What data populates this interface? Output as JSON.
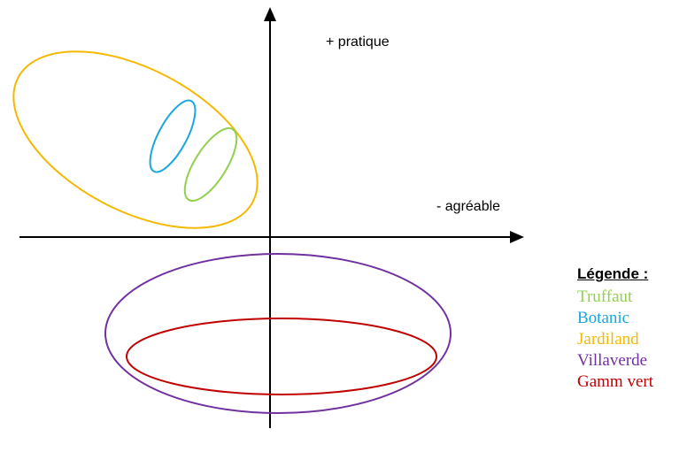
{
  "axes": {
    "y_positive_label": "+ pratique",
    "x_negative_label": "- agréable"
  },
  "legend": {
    "title": "Légende :",
    "items": [
      {
        "label": "Truffaut",
        "color": "#92d050"
      },
      {
        "label": "Botanic",
        "color": "#1aa7e0"
      },
      {
        "label": "Jardiland",
        "color": "#f5b800"
      },
      {
        "label": "Villaverde",
        "color": "#7030a0"
      },
      {
        "label": "Gamm vert",
        "color": "#c00000"
      }
    ]
  },
  "colors": {
    "truffaut": "#92d050",
    "botanic": "#1aa7e0",
    "jardiland": "#f5b800",
    "villaverde": "#7030a0",
    "gamm_vert": "#c00000",
    "axis": "#000000"
  }
}
